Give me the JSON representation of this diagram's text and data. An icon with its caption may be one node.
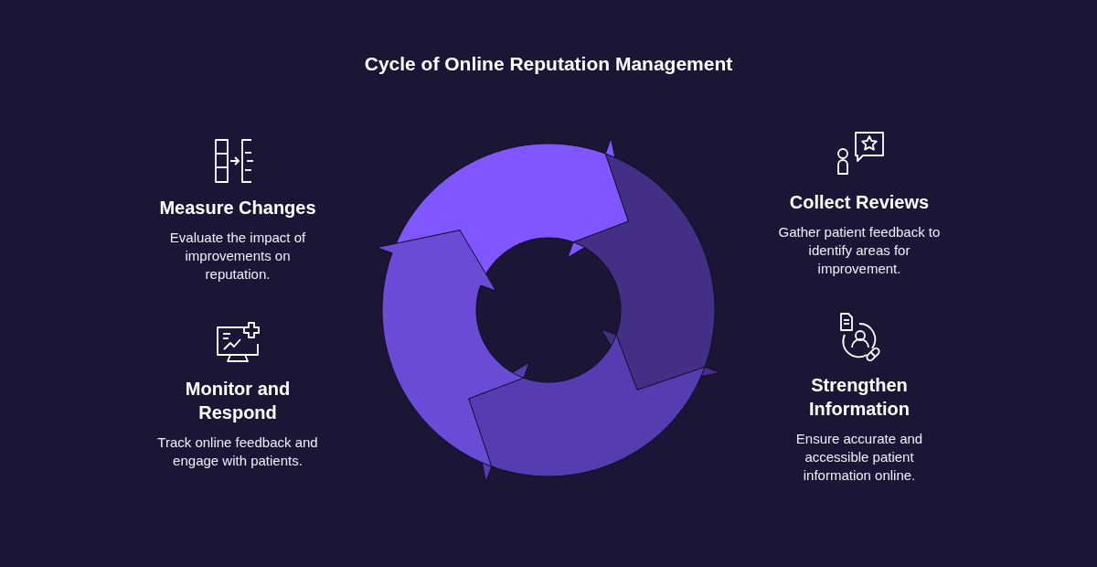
{
  "diagram": {
    "title": "Cycle of Online Reputation Management",
    "nodes": [
      {
        "text": [
          "Measure Changes",
          "Evaluate the impact of improvements on reputation."
        ]
      },
      {
        "text": [
          "Collect Reviews",
          "Gather patient feedback to identify areas for improvement."
        ]
      },
      {
        "text": [
          "Monitor and Respond",
          "Track online feedback and engage with patients."
        ]
      },
      {
        "text": [
          "Strengthen Information",
          "Ensure accurate and accessible patient information online."
        ]
      }
    ]
  }
}
